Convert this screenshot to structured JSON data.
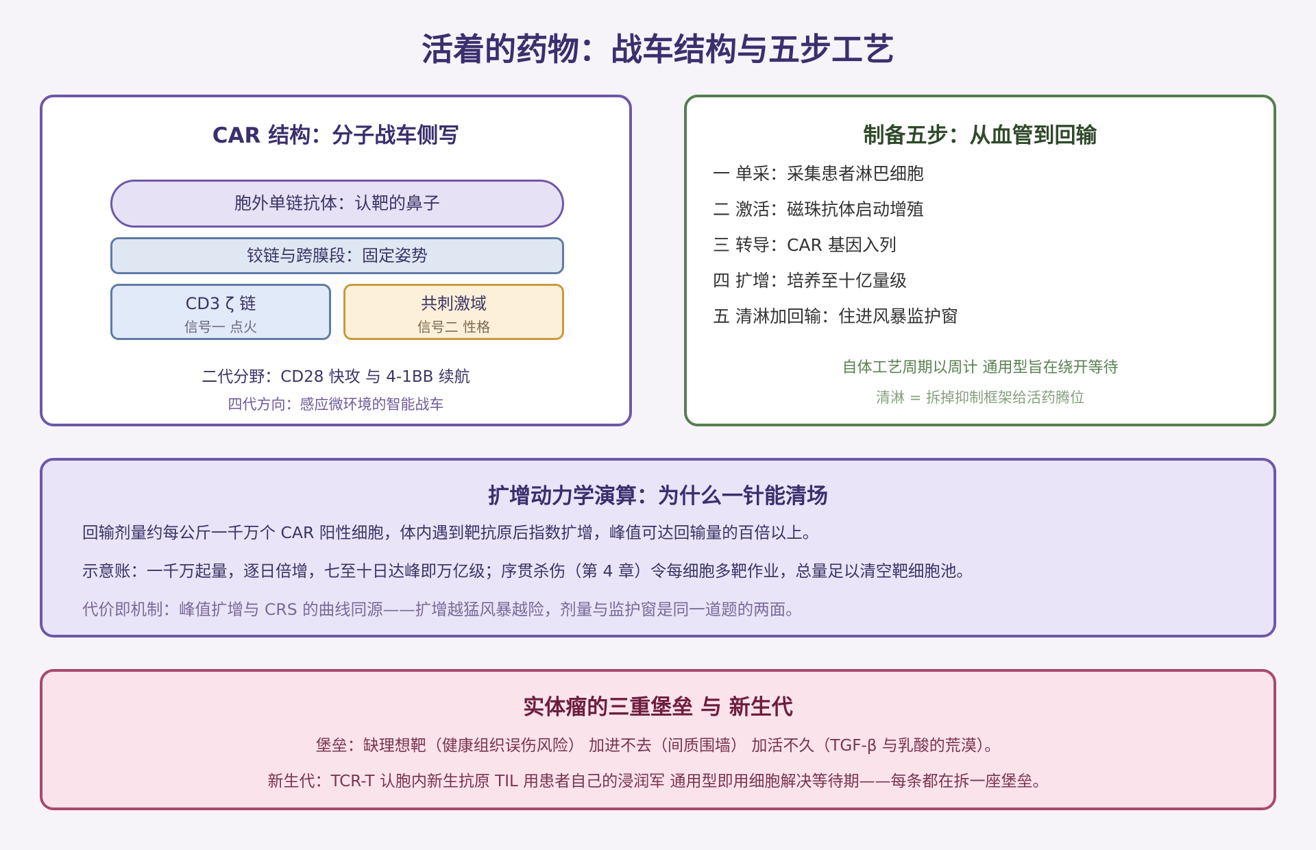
{
  "title": "活着的药物：战车结构与五步工艺",
  "car_panel": {
    "title": "CAR 结构：分子战车侧写",
    "scfv": "胞外单链抗体：认靶的鼻子",
    "hinge": "铰链与跨膜段：固定姿势",
    "cd3": {
      "name": "CD3 ζ 链",
      "sub": "信号一 点火"
    },
    "costim": {
      "name": "共刺激域",
      "sub": "信号二 性格"
    },
    "note1": "二代分野：CD28 快攻 与 4-1BB 续航",
    "note2": "四代方向：感应微环境的智能战车"
  },
  "steps_panel": {
    "title": "制备五步：从血管到回输",
    "steps": [
      "一 单采：采集患者淋巴细胞",
      "二 激活：磁珠抗体启动增殖",
      "三 转导：CAR 基因入列",
      "四 扩增：培养至十亿量级",
      "五 清淋加回输：住进风暴监护窗"
    ],
    "note1": "自体工艺周期以周计 通用型旨在绕开等待",
    "note2": "清淋 = 拆掉抑制框架给活药腾位"
  },
  "kinetics_panel": {
    "title": "扩增动力学演算：为什么一针能清场",
    "p1": "回输剂量约每公斤一千万个 CAR 阳性细胞，体内遇到靶抗原后指数扩增，峰值可达回输量的百倍以上。",
    "p2": "示意账：一千万起量，逐日倍增，七至十日达峰即万亿级；序贯杀伤（第 4 章）令每细胞多靶作业，总量足以清空靶细胞池。",
    "p3": "代价即机制：峰值扩增与 CRS 的曲线同源——扩增越猛风暴越险，剂量与监护窗是同一道题的两面。"
  },
  "solid_panel": {
    "title": "实体瘤的三重堡垒 与 新生代",
    "p1": "堡垒：缺理想靶（健康组织误伤风险） 加进不去（间质围墙） 加活不久（TGF-β 与乳酸的荒漠）。",
    "p2": "新生代：TCR-T 认胞内新生抗原 TIL 用患者自己的浸润军 通用型即用细胞解决等待期——每条都在拆一座堡垒。"
  },
  "colors": {
    "purple_accent": "#6e58a8",
    "green_accent": "#567e4f",
    "pink_accent": "#a9496f",
    "title_color": "#3b2f6e"
  }
}
